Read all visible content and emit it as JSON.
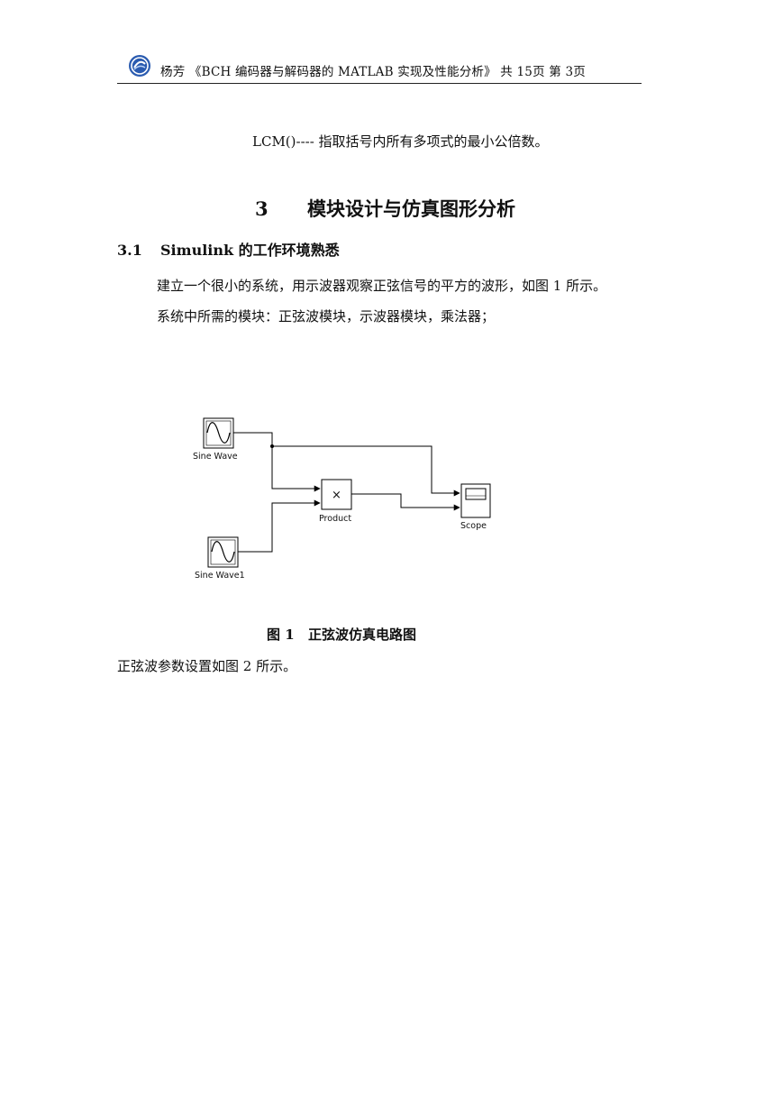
{
  "header": {
    "text": "杨芳 《BCH 编码器与解码器的 MATLAB 实现及性能分析》 共 15页 第 3页"
  },
  "body": {
    "lcm_line": "LCM()---- 指取括号内所有多项式的最小公倍数。",
    "section": {
      "number": "3",
      "title": "模块设计与仿真图形分析"
    },
    "subsection": {
      "number": "3.1",
      "title": "Simulink 的工作环境熟悉"
    },
    "para1": "建立一个很小的系统，用示波器观察正弦信号的平方的波形，如图 1 所示。",
    "para2": "系统中所需的模块：正弦波模块，示波器模块，乘法器；",
    "para3": "正弦波参数设置如图 2 所示。"
  },
  "figure": {
    "blocks": {
      "sine_wave": "Sine Wave",
      "sine_wave1": "Sine Wave1",
      "product": "Product",
      "product_symbol": "×",
      "scope": "Scope"
    },
    "caption_number": "图 1",
    "caption_text": "正弦波仿真电路图"
  }
}
